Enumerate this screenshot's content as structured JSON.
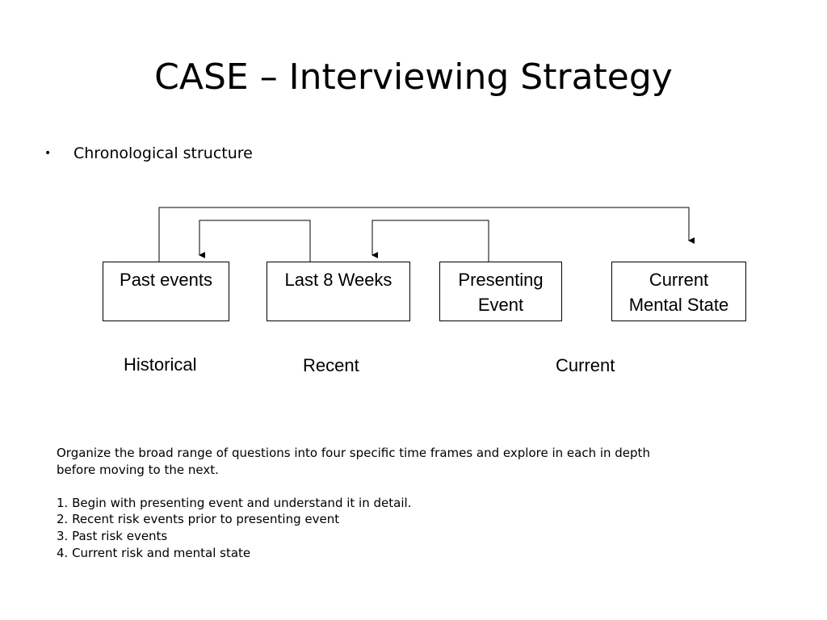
{
  "slide": {
    "title": "CASE – Interviewing Strategy",
    "bullet": "Chronological structure"
  },
  "diagram": {
    "boxes": [
      {
        "line1": "Past events",
        "line2": ""
      },
      {
        "line1": "Last 8 Weeks",
        "line2": ""
      },
      {
        "line1": "Presenting",
        "line2": "Event"
      },
      {
        "line1": "Current",
        "line2": "Mental State"
      }
    ],
    "timeframes": {
      "historical": "Historical",
      "recent": "Recent",
      "current": "Current"
    }
  },
  "description": {
    "intro": "Organize the broad range of questions into four specific time frames and explore in each in depth before moving to the next.",
    "steps": [
      "1. Begin with presenting event and understand it in detail.",
      "2. Recent risk events prior to presenting event",
      "3. Past risk events",
      "4. Current risk and mental state"
    ]
  }
}
